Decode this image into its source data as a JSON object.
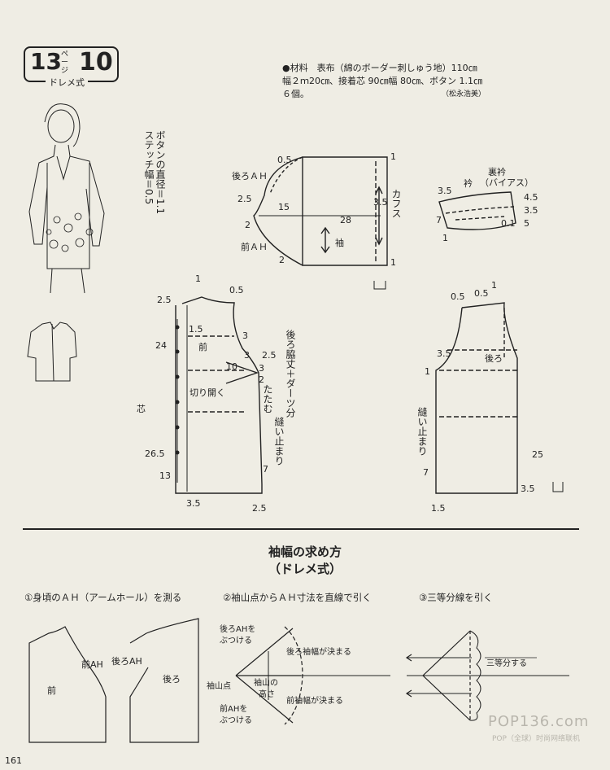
{
  "header": {
    "page_ref": "13",
    "page_ref_unit": "ページ",
    "pattern_no": "10",
    "style": "ドレメ式"
  },
  "materials": {
    "line1": "●材料　表布（綿のボーダー刺しゅう地）110㎝",
    "line2": "幅２ｍ20㎝、接着芯 90㎝幅 80㎝、ボタン 1.1㎝",
    "line3": "６個。",
    "credit": "（松永浩美）"
  },
  "notes": {
    "button": "ボタンの直径＝1.1",
    "stitch": "ステッチ幅＝0.5"
  },
  "sleeve": {
    "back_ah": "後ろＡＨ",
    "front_ah": "前ＡＨ",
    "sleeve": "袖",
    "cuffs": "カフス",
    "d05": "0.5",
    "d25": "2.5",
    "d15": "15",
    "d28": "28",
    "d35": "3.5",
    "d2a": "2",
    "d2b": "2",
    "d1a": "1",
    "d1b": "1"
  },
  "collar": {
    "label": "衿",
    "facing": "裏衿",
    "bias": "（バイアス）",
    "d35": "3.5",
    "d45": "4.5",
    "d35b": "3.5",
    "d5": "5",
    "d01": "0.1",
    "d7": "7",
    "d1": "1"
  },
  "front": {
    "label": "前",
    "open": "切り開く",
    "fold": "たたむ",
    "dart_note": "後ろ脇丈＋ダーツ分",
    "stop": "縫い止まり",
    "interfacing": "芯",
    "d1": "1",
    "d05": "0.5",
    "d25": "2.5",
    "d15": "1.5",
    "d24": "24",
    "d3a": "3",
    "d3b": "3",
    "d25b": "2.5",
    "d10": "10",
    "d3c": "3",
    "d2": "2",
    "d265": "26.5",
    "d13": "13",
    "d35": "3.5",
    "d25c": "2.5",
    "d7": "7"
  },
  "back": {
    "label": "後ろ",
    "stop": "縫い止まり",
    "d05a": "0.5",
    "d05b": "0.5",
    "d1a": "1",
    "d35": "3.5",
    "d1b": "1",
    "d25": "25",
    "d7": "7",
    "d35b": "3.5",
    "d15": "1.5"
  },
  "method": {
    "title": "袖幅の求め方",
    "subtitle": "（ドレメ式）",
    "step1": "①身頃のＡＨ（アームホール）を測る",
    "step2": "②袖山点からＡＨ寸法を直線で引く",
    "step3": "③三等分線を引く",
    "front": "前",
    "front_ah": "前AH",
    "back_ah": "後ろAH",
    "back": "後ろ",
    "apply_back": "後ろAHを",
    "apply_back2": "ぶつける",
    "back_width": "後ろ袖幅が決まる",
    "cap_point": "袖山点",
    "cap_height": "袖山の",
    "cap_height2": "高さ",
    "apply_front": "前AHを",
    "apply_front2": "ぶつける",
    "front_width": "前袖幅が決まる",
    "third": "三等分する"
  },
  "footer": {
    "page": "161",
    "watermark": "POP136.com",
    "watermark_sub": "POP（全球）时尚网络联机"
  }
}
